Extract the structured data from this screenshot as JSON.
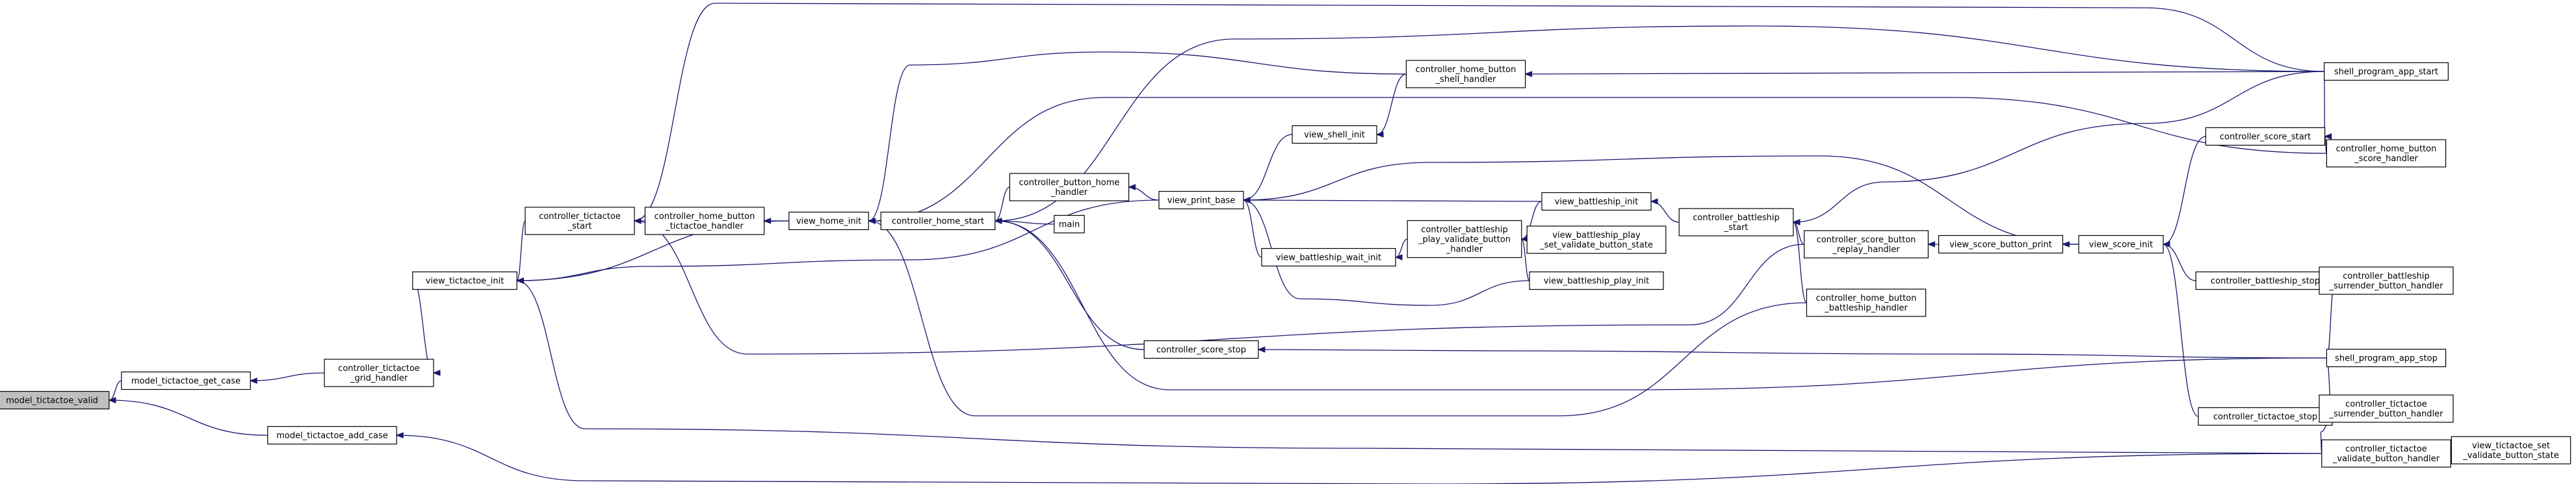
{
  "diagram": {
    "type": "call-graph",
    "root": "model_tictactoe_valid",
    "colors": {
      "edge": "#191970",
      "node_border": "#000000",
      "node_fill": "#ffffff",
      "selected_fill": "#bfbfbf"
    },
    "nodes": [
      {
        "id": "model_tictactoe_valid",
        "lines": [
          "model_tictactoe_valid"
        ],
        "selected": true
      },
      {
        "id": "model_tictactoe_get_case",
        "lines": [
          "model_tictactoe_get_case"
        ]
      },
      {
        "id": "model_tictactoe_add_case",
        "lines": [
          "model_tictactoe_add_case"
        ]
      },
      {
        "id": "controller_tictactoe_grid_handler",
        "lines": [
          "controller_tictactoe",
          "_grid_handler"
        ]
      },
      {
        "id": "view_tictactoe_init",
        "lines": [
          "view_tictactoe_init"
        ]
      },
      {
        "id": "controller_tictactoe_start",
        "lines": [
          "controller_tictactoe",
          "_start"
        ]
      },
      {
        "id": "controller_home_button_tictactoe_handler",
        "lines": [
          "controller_home_button",
          "_tictactoe_handler"
        ]
      },
      {
        "id": "view_home_init",
        "lines": [
          "view_home_init"
        ]
      },
      {
        "id": "controller_home_start",
        "lines": [
          "controller_home_start"
        ]
      },
      {
        "id": "controller_button_home_handler",
        "lines": [
          "controller_button_home",
          "_handler"
        ]
      },
      {
        "id": "main",
        "lines": [
          "main"
        ]
      },
      {
        "id": "view_print_base",
        "lines": [
          "view_print_base"
        ]
      },
      {
        "id": "view_shell_init",
        "lines": [
          "view_shell_init"
        ]
      },
      {
        "id": "controller_home_button_shell_handler",
        "lines": [
          "controller_home_button",
          "_shell_handler"
        ]
      },
      {
        "id": "view_battleship_wait_init",
        "lines": [
          "view_battleship_wait_init"
        ]
      },
      {
        "id": "controller_battleship_play_validate_button_handler",
        "lines": [
          "controller_battleship",
          "_play_validate_button",
          "_handler"
        ]
      },
      {
        "id": "view_battleship_play_set_validate_button_state",
        "lines": [
          "view_battleship_play",
          "_set_validate_button_state"
        ]
      },
      {
        "id": "view_battleship_play_init",
        "lines": [
          "view_battleship_play_init"
        ]
      },
      {
        "id": "view_battleship_init",
        "lines": [
          "view_battleship_init"
        ]
      },
      {
        "id": "controller_battleship_start",
        "lines": [
          "controller_battleship",
          "_start"
        ]
      },
      {
        "id": "controller_score_button_replay_handler",
        "lines": [
          "controller_score_button",
          "_replay_handler"
        ]
      },
      {
        "id": "controller_home_button_battleship_handler",
        "lines": [
          "controller_home_button",
          "_battleship_handler"
        ]
      },
      {
        "id": "view_score_button_print",
        "lines": [
          "view_score_button_print"
        ]
      },
      {
        "id": "view_score_init",
        "lines": [
          "view_score_init"
        ]
      },
      {
        "id": "controller_score_stop",
        "lines": [
          "controller_score_stop"
        ]
      },
      {
        "id": "controller_score_start",
        "lines": [
          "controller_score_start"
        ]
      },
      {
        "id": "controller_home_button_score_handler",
        "lines": [
          "controller_home_button",
          "_score_handler"
        ]
      },
      {
        "id": "shell_program_app_start",
        "lines": [
          "shell_program_app_start"
        ]
      },
      {
        "id": "controller_battleship_stop",
        "lines": [
          "controller_battleship_stop"
        ]
      },
      {
        "id": "controller_battleship_surrender_button_handler",
        "lines": [
          "controller_battleship",
          "_surrender_button_handler"
        ]
      },
      {
        "id": "shell_program_app_stop",
        "lines": [
          "shell_program_app_stop"
        ]
      },
      {
        "id": "controller_tictactoe_stop",
        "lines": [
          "controller_tictactoe_stop"
        ]
      },
      {
        "id": "controller_tictactoe_surrender_button_handler",
        "lines": [
          "controller_tictactoe",
          "_surrender_button_handler"
        ]
      },
      {
        "id": "controller_tictactoe_validate_button_handler",
        "lines": [
          "controller_tictactoe",
          "_validate_button_handler"
        ]
      },
      {
        "id": "view_tictactoe_set_validate_button_state",
        "lines": [
          "view_tictactoe_set",
          "_validate_button_state"
        ]
      }
    ],
    "edges": [
      {
        "from": "model_tictactoe_get_case",
        "to": "model_tictactoe_valid"
      },
      {
        "from": "model_tictactoe_add_case",
        "to": "model_tictactoe_valid"
      },
      {
        "from": "controller_tictactoe_grid_handler",
        "to": "model_tictactoe_get_case"
      },
      {
        "from": "view_tictactoe_init",
        "to": "controller_tictactoe_grid_handler"
      },
      {
        "from": "controller_tictactoe_start",
        "to": "view_tictactoe_init"
      },
      {
        "from": "view_home_init",
        "to": "view_tictactoe_init"
      },
      {
        "from": "view_print_base",
        "to": "view_tictactoe_init"
      },
      {
        "from": "controller_tictactoe_validate_button_handler",
        "to": "view_tictactoe_init"
      },
      {
        "from": "controller_tictactoe_validate_button_handler",
        "to": "model_tictactoe_add_case"
      },
      {
        "from": "controller_home_button_tictactoe_handler",
        "to": "controller_tictactoe_start"
      },
      {
        "from": "controller_score_button_replay_handler",
        "to": "controller_tictactoe_start"
      },
      {
        "from": "shell_program_app_start",
        "to": "controller_tictactoe_start"
      },
      {
        "from": "view_home_init",
        "to": "controller_home_button_tictactoe_handler"
      },
      {
        "from": "controller_home_start",
        "to": "view_home_init"
      },
      {
        "from": "controller_home_button_shell_handler",
        "to": "view_home_init"
      },
      {
        "from": "controller_home_button_score_handler",
        "to": "view_home_init"
      },
      {
        "from": "controller_home_button_battleship_handler",
        "to": "view_home_init"
      },
      {
        "from": "controller_button_home_handler",
        "to": "controller_home_start"
      },
      {
        "from": "main",
        "to": "controller_home_start"
      },
      {
        "from": "controller_score_stop",
        "to": "controller_home_start"
      },
      {
        "from": "shell_program_app_start",
        "to": "controller_home_start"
      },
      {
        "from": "shell_program_app_stop",
        "to": "controller_home_start"
      },
      {
        "from": "view_print_base",
        "to": "controller_button_home_handler"
      },
      {
        "from": "view_shell_init",
        "to": "view_print_base"
      },
      {
        "from": "view_battleship_wait_init",
        "to": "view_print_base"
      },
      {
        "from": "view_battleship_init",
        "to": "view_print_base"
      },
      {
        "from": "view_battleship_play_init",
        "to": "view_print_base"
      },
      {
        "from": "view_score_init",
        "to": "view_print_base"
      },
      {
        "from": "controller_home_button_shell_handler",
        "to": "view_shell_init"
      },
      {
        "from": "shell_program_app_start",
        "to": "controller_home_button_shell_handler"
      },
      {
        "from": "controller_battleship_play_validate_button_handler",
        "to": "view_battleship_wait_init"
      },
      {
        "from": "view_battleship_init",
        "to": "controller_battleship_play_validate_button_handler"
      },
      {
        "from": "view_battleship_play_set_validate_button_state",
        "to": "controller_battleship_play_validate_button_handler"
      },
      {
        "from": "view_battleship_play_init",
        "to": "controller_battleship_play_validate_button_handler"
      },
      {
        "from": "controller_battleship_start",
        "to": "view_battleship_init"
      },
      {
        "from": "controller_score_button_replay_handler",
        "to": "controller_battleship_start"
      },
      {
        "from": "controller_home_button_battleship_handler",
        "to": "controller_battleship_start"
      },
      {
        "from": "shell_program_app_start",
        "to": "controller_battleship_start"
      },
      {
        "from": "view_score_button_print",
        "to": "controller_score_button_replay_handler"
      },
      {
        "from": "view_score_init",
        "to": "view_score_button_print"
      },
      {
        "from": "controller_score_start",
        "to": "view_score_init"
      },
      {
        "from": "controller_battleship_stop",
        "to": "view_score_init"
      },
      {
        "from": "controller_tictactoe_stop",
        "to": "view_score_init"
      },
      {
        "from": "shell_program_app_stop",
        "to": "controller_score_stop"
      },
      {
        "from": "controller_home_button_score_handler",
        "to": "controller_score_start"
      },
      {
        "from": "shell_program_app_start",
        "to": "controller_score_start"
      },
      {
        "from": "controller_battleship_surrender_button_handler",
        "to": "controller_battleship_stop"
      },
      {
        "from": "shell_program_app_stop",
        "to": "controller_battleship_stop"
      },
      {
        "from": "controller_tictactoe_surrender_button_handler",
        "to": "controller_tictactoe_stop"
      },
      {
        "from": "shell_program_app_stop",
        "to": "controller_tictactoe_stop"
      },
      {
        "from": "controller_tictactoe_validate_button_handler",
        "to": "controller_tictactoe_stop"
      },
      {
        "from": "view_tictactoe_set_validate_button_state",
        "to": "controller_tictactoe_validate_button_handler"
      }
    ]
  }
}
